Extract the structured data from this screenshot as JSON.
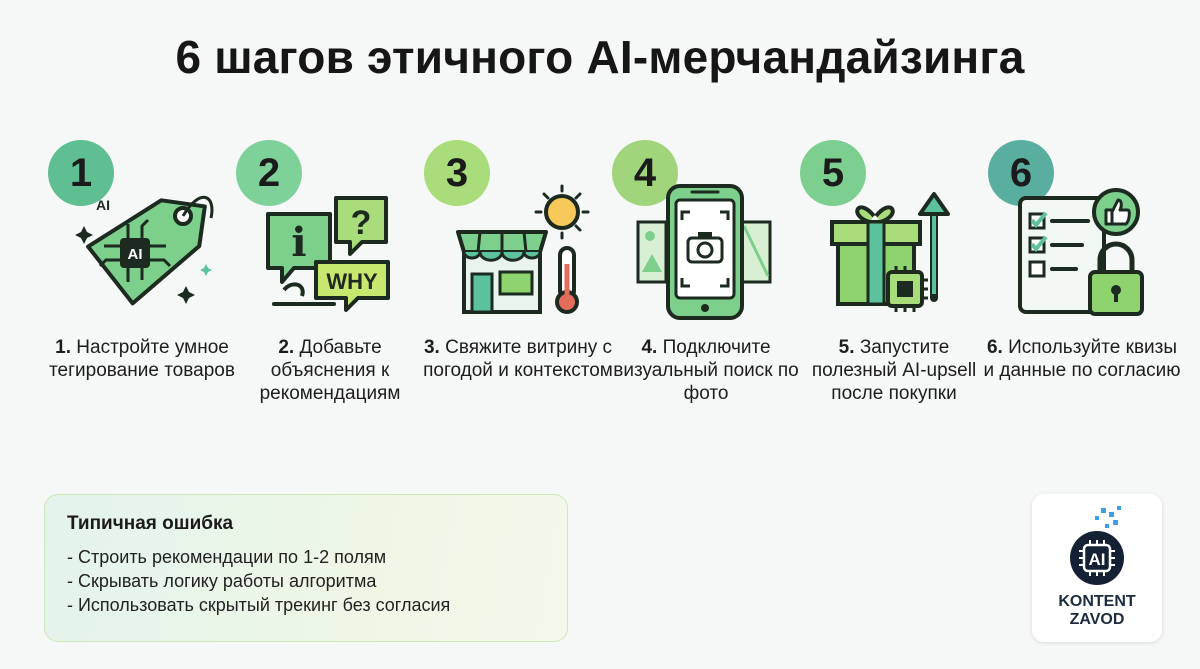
{
  "title": "6 шагов этичного AI-мерчандайзинга",
  "steps": [
    {
      "number": "1",
      "label_num": "1.",
      "label": "Настройте умное тегирование товаров",
      "badge_color": "#5fbe92",
      "icon": "ai-tag-icon",
      "icon_text": "AI"
    },
    {
      "number": "2",
      "label_num": "2.",
      "label": "Добавьте объяснения к рекомендациям",
      "badge_color": "#7fd19a",
      "icon": "explanation-bubbles-icon",
      "icon_text": "WHY"
    },
    {
      "number": "3",
      "label_num": "3.",
      "label": "Свяжите витрину с погодой и контекстом",
      "badge_color": "#a9dc7a",
      "icon": "storefront-weather-icon"
    },
    {
      "number": "4",
      "label_num": "4.",
      "label": "Подключите визуальный поиск по фото",
      "badge_color": "#a0d57c",
      "icon": "phone-camera-icon"
    },
    {
      "number": "5",
      "label_num": "5.",
      "label": "Запустите полезный AI-upsell после покупки",
      "badge_color": "#7ccf8e",
      "icon": "gift-chip-icon"
    },
    {
      "number": "6",
      "label_num": "6.",
      "label": "Используйте квизы и данные по согласию",
      "badge_color": "#5aaea0",
      "icon": "checklist-lock-icon"
    }
  ],
  "mistakes": {
    "title": "Типичная ошибка",
    "items": [
      "- Строить рекомендации по 1-2 полям",
      "- Скрывать логику работы алгоритма",
      "- Использовать скрытый трекинг без согласия"
    ]
  },
  "logo": {
    "chip_text": "AI",
    "line1": "KONTENT",
    "line2": "ZAVOD"
  },
  "colors": {
    "outline": "#1c2a1f",
    "green_light": "#8fd36f",
    "green_teal": "#5cc29e",
    "navy": "#142034"
  }
}
